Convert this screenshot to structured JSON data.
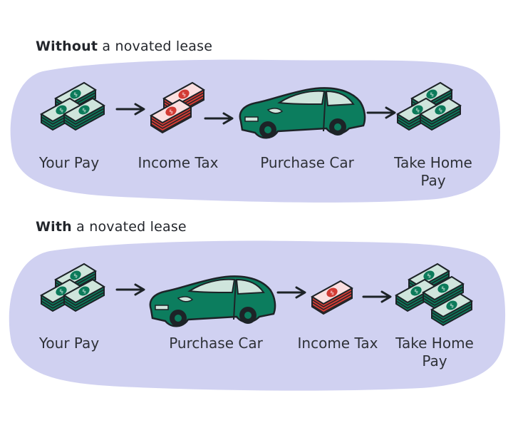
{
  "colors": {
    "background": "#ffffff",
    "blob": "#d0d1f1",
    "money_green": "#0c7a5a",
    "money_green_light": "#cfe5dc",
    "money_red": "#d23b34",
    "money_red_light": "#fbdfe0",
    "car_body": "#0c7d5e",
    "car_window": "#cfe5dc",
    "outline": "#1d2327"
  },
  "sections": [
    {
      "heading_bold": "Without",
      "heading_rest": "a novated lease",
      "steps": [
        {
          "label": "Your Pay",
          "icon": "money-stack-green-icon"
        },
        {
          "label": "Income Tax",
          "icon": "money-stack-red-icon"
        },
        {
          "label": "Purchase Car",
          "icon": "car-icon"
        },
        {
          "label": "Take Home Pay",
          "label_line1": "Take Home",
          "label_line2": "Pay",
          "icon": "money-stack-green-icon"
        }
      ]
    },
    {
      "heading_bold": "With",
      "heading_rest": "a novated lease",
      "steps": [
        {
          "label": "Your Pay",
          "icon": "money-stack-green-icon"
        },
        {
          "label": "Purchase Car",
          "icon": "car-icon"
        },
        {
          "label": "Income Tax",
          "icon": "money-stack-red-icon"
        },
        {
          "label": "Take Home Pay",
          "label_line1": "Take Home",
          "label_line2": "Pay",
          "icon": "money-stack-green-large-icon"
        }
      ]
    }
  ]
}
